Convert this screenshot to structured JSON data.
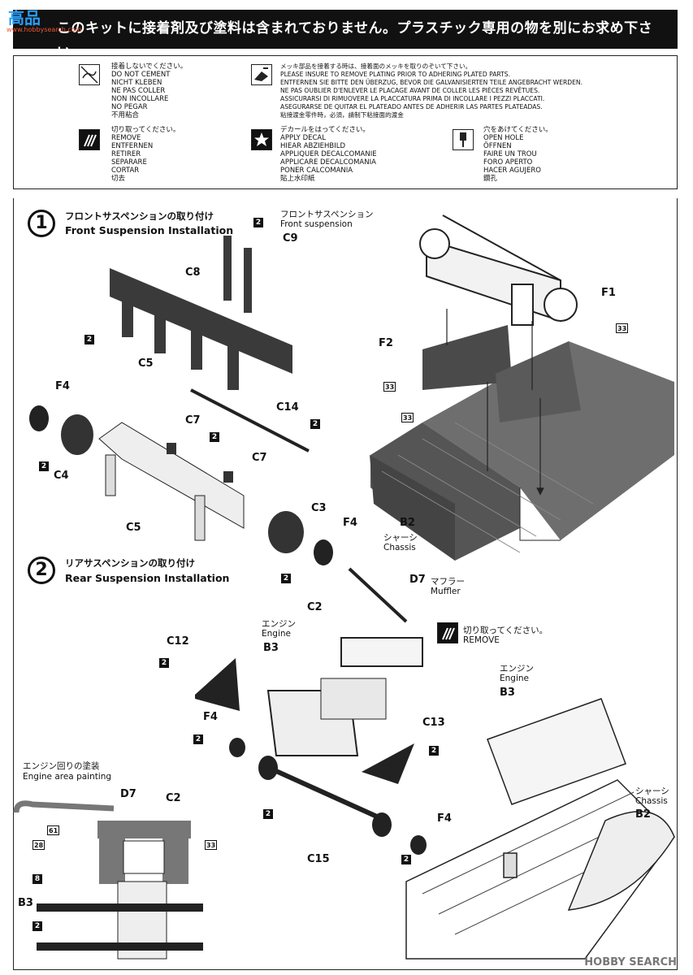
{
  "header": {
    "site_mark": "高品",
    "site_url": "www.hobbysearch.com",
    "notice": "このキットに接着剤及び塗料は含まれておりません。プラスチック専用の物を別にお求め下さい。"
  },
  "legend": [
    {
      "icon": "no-glue-icon",
      "text": "接着しないでください。\nDO NOT CEMENT\nNICHT KLEBEN\nNE PAS COLLER\nNON INCOLLARE\nNO PEGAR\n不用粘合"
    },
    {
      "icon": "remove-plating-icon",
      "text": "メッキ部品を接着する時は、接着面のメッキを取りのぞいて下さい。\nPLEASE INSURE TO REMOVE PLATING PRIOR TO ADHERING PLATED PARTS.\nENTFERNEN SIE BITTE DEN ÜBERZUG, BEVOR DIE GALVANISIERTEN TEILE ANGEBRACHT WERDEN.\nNE PAS OUBLIER D'ENLEVER LE PLACAGE AVANT DE COLLER LES PIÈCES REVÊTUES.\nASSICURARSI DI RIMUOVERE LA PLACCATURA PRIMA DI INCOLLARE I PEZZI PLACCATI.\nASEGURARSE DE QUITAR EL PLATEADO ANTES DE ADHERIR LAS PARTES PLATEADAS.\n粘接渡金零件時，必須，請制下粘接面的渡金"
    },
    {
      "icon": "cut-remove-icon",
      "text": "切り取ってください。\nREMOVE\nENTFERNEN\nRETIRER\nSEPARARE\nCORTAR\n切去"
    },
    {
      "icon": "decal-star-icon",
      "text": "デカールをはってください。\nAPPLY DECAL\nHIEAR ABZIEHBILD\nAPPLIQUER DECALCOMANIE\nAPPLICARE DECALCOMANIA\nPONER CALCOMANIA\n貼上水印紙"
    },
    {
      "icon": "drill-hole-icon",
      "text": "穴をあけてください。\nOPEN HOLE\nÖFFNEN\nFAIRE UN TROU\nFORO APERTO\nHACER AGUJERO\n鑽孔"
    }
  ],
  "steps": [
    {
      "num": "1",
      "jp": "フロントサスペンションの取り付け",
      "en": "Front Suspension Installation"
    },
    {
      "num": "2",
      "jp": "リアサスペンションの取り付け",
      "en": "Rear Suspension Installation"
    }
  ],
  "labels": {
    "front_suspension_jp": "フロントサスペンション",
    "front_suspension_en": "Front suspension",
    "C9": "C9",
    "C8": "C8",
    "C5a": "C5",
    "C5b": "C5",
    "F4a": "F4",
    "F4b": "F4",
    "F4c": "F4",
    "F4d": "F4",
    "C4": "C4",
    "C7a": "C7",
    "C7b": "C7",
    "C14": "C14",
    "C3": "C3",
    "F1": "F1",
    "F2": "F2",
    "B2a": "B2",
    "B2b": "B2",
    "chassis_jp": "シャーシ",
    "chassis_en": "Chassis",
    "chassis_jp2": "シャーシ",
    "chassis_en2": "Chassis",
    "D7a": "D7",
    "muffler_jp": "マフラー",
    "muffler_en": "Muffler",
    "C2a": "C2",
    "C2b": "C2",
    "engine_jp": "エンジン",
    "engine_en": "Engine",
    "engine_jp2": "エンジン",
    "engine_en2": "Engine",
    "B3a": "B3",
    "B3b": "B3",
    "B3c": "B3",
    "C12": "C12",
    "C13": "C13",
    "C15": "C15",
    "D7b": "D7",
    "remove_jp": "切り取ってください。",
    "remove_en": "REMOVE",
    "engine_paint_jp": "エンジン回りの塗装",
    "engine_paint_en": "Engine area painting"
  },
  "badges": {
    "b2": "2",
    "b33": "33",
    "b61": "61",
    "b28": "28",
    "b8": "8"
  },
  "colors": {
    "banner": "#111111",
    "part_dark": "#3a3a3a",
    "part_mid": "#6e6e6e",
    "part_light": "#d8d8d8"
  },
  "footer": "HOBBY SEARCH"
}
